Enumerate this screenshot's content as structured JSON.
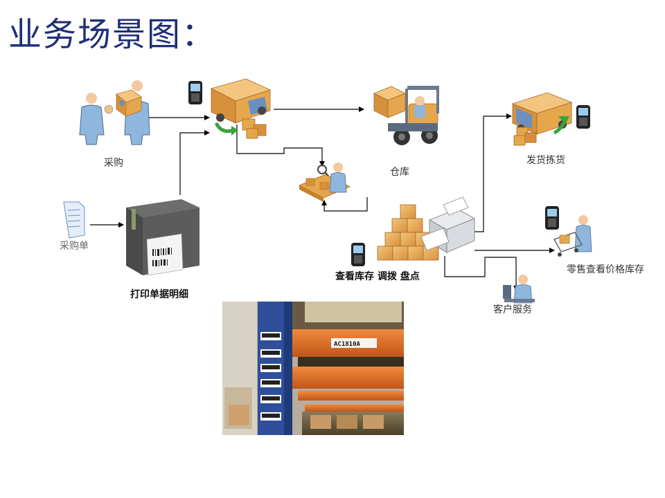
{
  "title": "业务场景图：",
  "labels": {
    "purchase": "采购",
    "purchase_order": "采购单",
    "print_details": "打印单据明细",
    "warehouse": "仓库",
    "shipping_picking": "发货拣货",
    "inventory_ops": "查看库存  调拨  盘点",
    "retail_query": "零售查看价格库存",
    "customer_service": "客户服务"
  },
  "photo": {
    "rack_label": "AC1810A"
  },
  "colors": {
    "title": "#1f2f78",
    "box": "#e6a64c",
    "truck_blue": "#5a7fb8",
    "worker_blue": "#8fb6dc",
    "rack_orange": "#d96a20",
    "rack_blue": "#2f4f9a",
    "arrow_green": "#3aa33a"
  }
}
